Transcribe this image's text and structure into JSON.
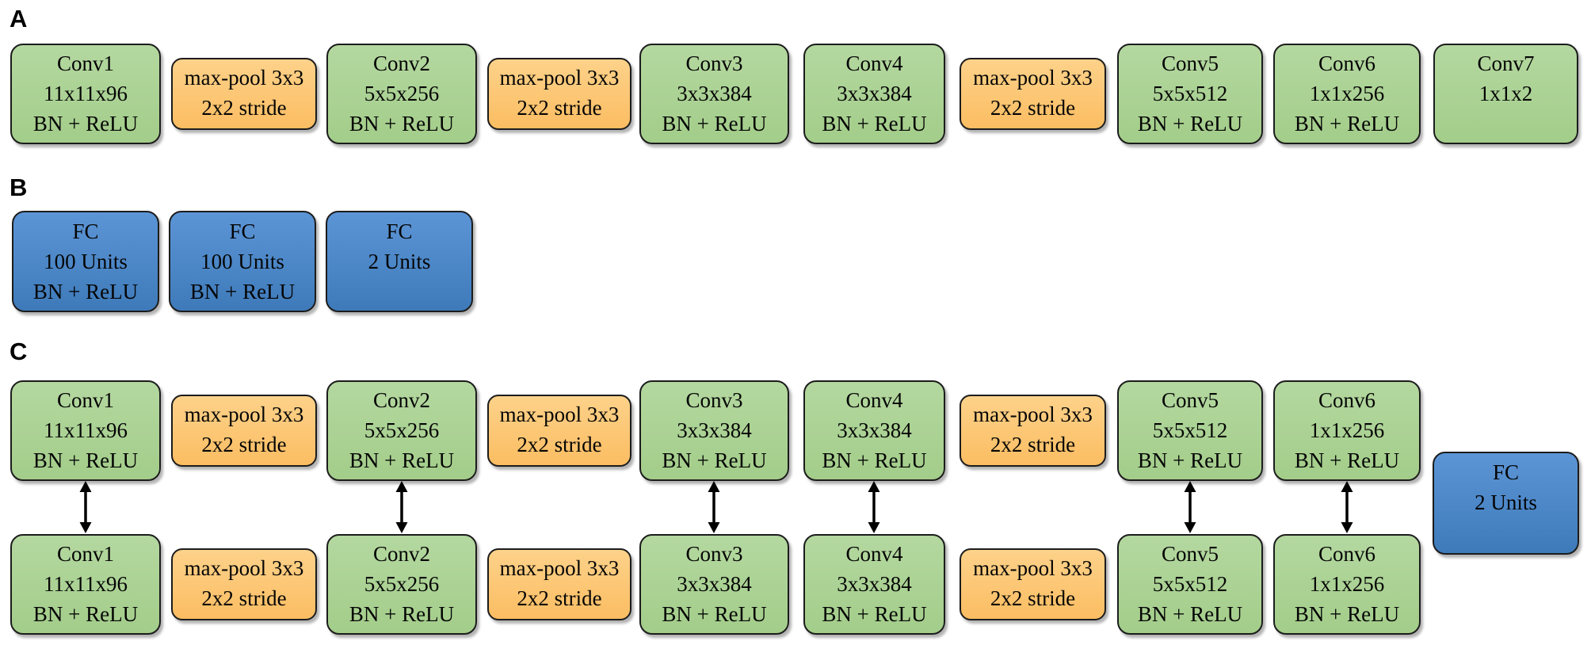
{
  "colors": {
    "conv_green": "#a9d18e",
    "pool_orange": "#fcc56f",
    "fc_blue": "#4a86c8",
    "box_border": "#1c1c1c",
    "text": "#050505",
    "background": "#ffffff"
  },
  "figure": {
    "panels": {
      "a": {
        "label": "A",
        "boxes": [
          {
            "kind": "conv",
            "l1": "Conv1",
            "l2": "11x11x96",
            "l3": "BN + ReLU"
          },
          {
            "kind": "pool",
            "l1": "max-pool 3x3",
            "l2": "2x2 stride"
          },
          {
            "kind": "conv",
            "l1": "Conv2",
            "l2": "5x5x256",
            "l3": "BN + ReLU"
          },
          {
            "kind": "pool",
            "l1": "max-pool 3x3",
            "l2": "2x2 stride"
          },
          {
            "kind": "conv",
            "l1": "Conv3",
            "l2": "3x3x384",
            "l3": "BN + ReLU"
          },
          {
            "kind": "conv",
            "l1": "Conv4",
            "l2": "3x3x384",
            "l3": "BN + ReLU"
          },
          {
            "kind": "pool",
            "l1": "max-pool 3x3",
            "l2": "2x2 stride"
          },
          {
            "kind": "conv",
            "l1": "Conv5",
            "l2": "5x5x512",
            "l3": "BN + ReLU"
          },
          {
            "kind": "conv",
            "l1": "Conv6",
            "l2": "1x1x256",
            "l3": "BN + ReLU"
          },
          {
            "kind": "conv",
            "l1": "Conv7",
            "l2": "1x1x2"
          }
        ]
      },
      "b": {
        "label": "B",
        "boxes": [
          {
            "kind": "fc",
            "l1": "FC",
            "l2": "100 Units",
            "l3": "BN + ReLU"
          },
          {
            "kind": "fc",
            "l1": "FC",
            "l2": "100 Units",
            "l3": "BN + ReLU"
          },
          {
            "kind": "fc",
            "l1": "FC",
            "l2": "2 Units"
          }
        ]
      },
      "c": {
        "label": "C",
        "top_row": [
          {
            "kind": "conv",
            "l1": "Conv1",
            "l2": "11x11x96",
            "l3": "BN + ReLU"
          },
          {
            "kind": "pool",
            "l1": "max-pool 3x3",
            "l2": "2x2 stride"
          },
          {
            "kind": "conv",
            "l1": "Conv2",
            "l2": "5x5x256",
            "l3": "BN + ReLU"
          },
          {
            "kind": "pool",
            "l1": "max-pool 3x3",
            "l2": "2x2 stride"
          },
          {
            "kind": "conv",
            "l1": "Conv3",
            "l2": "3x3x384",
            "l3": "BN + ReLU"
          },
          {
            "kind": "conv",
            "l1": "Conv4",
            "l2": "3x3x384",
            "l3": "BN + ReLU"
          },
          {
            "kind": "pool",
            "l1": "max-pool 3x3",
            "l2": "2x2 stride"
          },
          {
            "kind": "conv",
            "l1": "Conv5",
            "l2": "5x5x512",
            "l3": "BN + ReLU"
          },
          {
            "kind": "conv",
            "l1": "Conv6",
            "l2": "1x1x256",
            "l3": "BN + ReLU"
          }
        ],
        "bottom_row": [
          {
            "kind": "conv",
            "l1": "Conv1",
            "l2": "11x11x96",
            "l3": "BN + ReLU"
          },
          {
            "kind": "pool",
            "l1": "max-pool 3x3",
            "l2": "2x2 stride"
          },
          {
            "kind": "conv",
            "l1": "Conv2",
            "l2": "5x5x256",
            "l3": "BN + ReLU"
          },
          {
            "kind": "pool",
            "l1": "max-pool 3x3",
            "l2": "2x2 stride"
          },
          {
            "kind": "conv",
            "l1": "Conv3",
            "l2": "3x3x384",
            "l3": "BN + ReLU"
          },
          {
            "kind": "conv",
            "l1": "Conv4",
            "l2": "3x3x384",
            "l3": "BN + ReLU"
          },
          {
            "kind": "pool",
            "l1": "max-pool 3x3",
            "l2": "2x2 stride"
          },
          {
            "kind": "conv",
            "l1": "Conv5",
            "l2": "5x5x512",
            "l3": "BN + ReLU"
          },
          {
            "kind": "conv",
            "l1": "Conv6",
            "l2": "1x1x256",
            "l3": "BN + ReLU"
          }
        ],
        "fc_box": {
          "kind": "fc",
          "l1": "FC",
          "l2": "2 Units"
        }
      }
    }
  }
}
